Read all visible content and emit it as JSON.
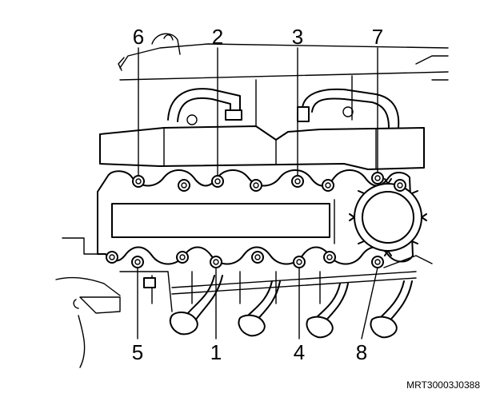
{
  "reference_code": "MRT30003J0388",
  "callouts": [
    {
      "id": "6",
      "label": "6"
    },
    {
      "id": "2",
      "label": "2"
    },
    {
      "id": "3",
      "label": "3"
    },
    {
      "id": "7",
      "label": "7"
    },
    {
      "id": "5",
      "label": "5"
    },
    {
      "id": "1",
      "label": "1"
    },
    {
      "id": "4",
      "label": "4"
    },
    {
      "id": "8",
      "label": "8"
    }
  ],
  "colors": {
    "line": "#000000",
    "background": "#ffffff"
  }
}
